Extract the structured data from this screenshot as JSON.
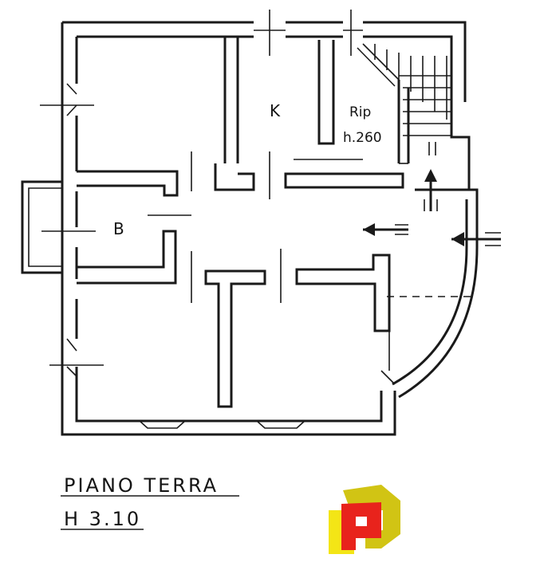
{
  "rooms": {
    "kitchen_label": "K",
    "bathroom_label": "B",
    "storage_label": "Rip",
    "storage_height": "h.260"
  },
  "title": {
    "floor": "PIANO TERRA",
    "height": "H 3.10"
  },
  "logo": {
    "colors": [
      "#e8231c",
      "#f3e516",
      "#d1c414"
    ]
  },
  "arrows": [
    "entrance-arrow",
    "interior-arrow",
    "side-entry-arrow"
  ]
}
